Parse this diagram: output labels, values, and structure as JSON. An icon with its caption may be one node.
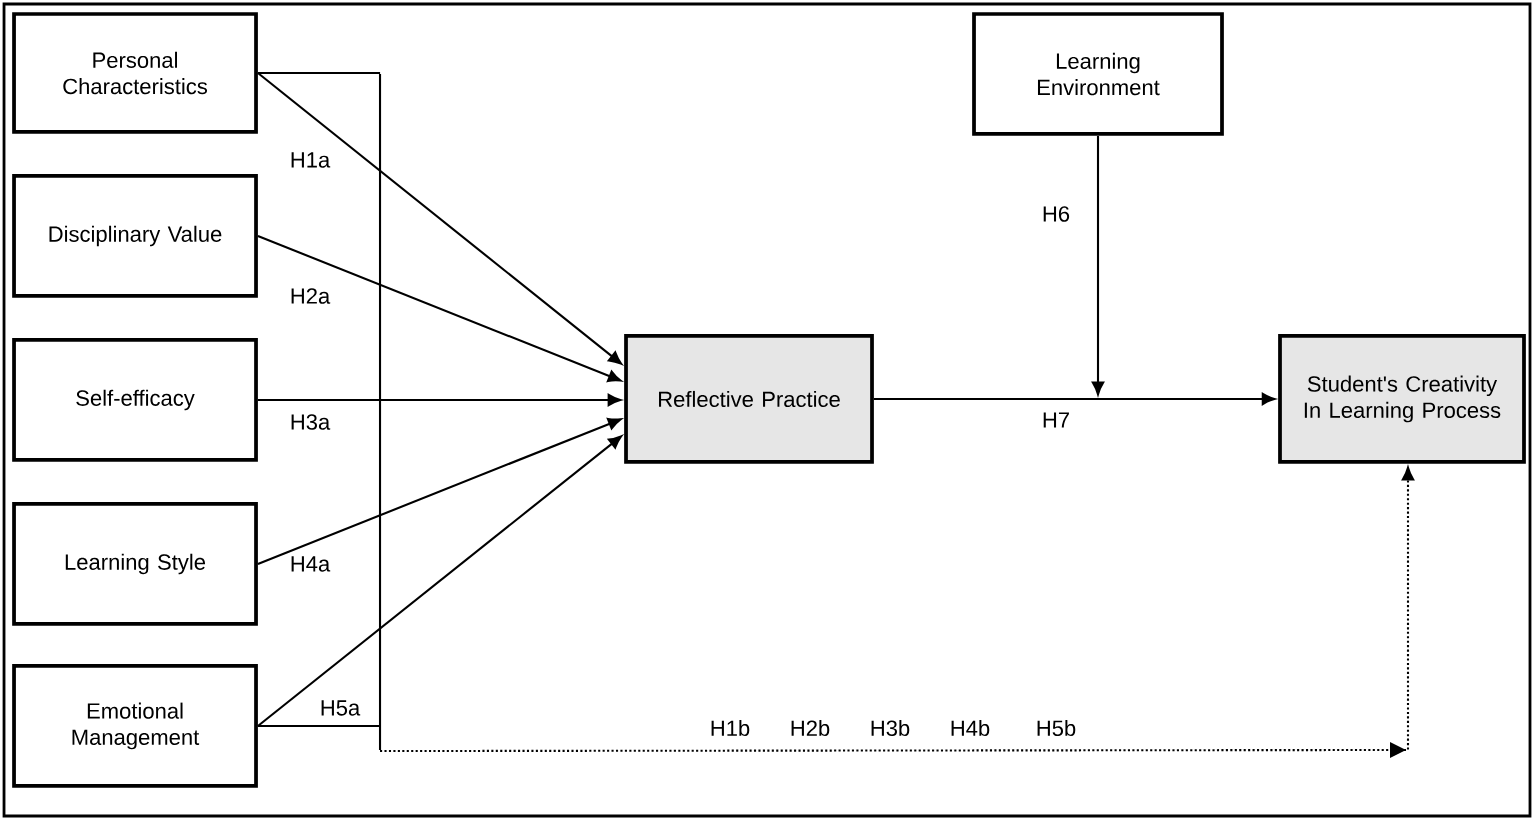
{
  "diagram": {
    "nodes": [
      {
        "text": [
          "Personal Characteristics"
        ]
      },
      {
        "text": [
          "Disciplinary Value"
        ]
      },
      {
        "text": [
          "Self-efficacy"
        ]
      },
      {
        "text": [
          "Learning Style"
        ]
      },
      {
        "text": [
          "Emotional Management"
        ]
      },
      {
        "text": [
          "Reflective Practice"
        ]
      },
      {
        "text": [
          "Learning Environment"
        ]
      },
      {
        "text": [
          "Student's Creativity In Learning Process"
        ]
      },
      {
        "text": [],
        "shape": "bar"
      }
    ],
    "edges": [
      {
        "from": 0,
        "to": 5,
        "arrow": "to",
        "label": "H1a"
      },
      {
        "from": 1,
        "to": 5,
        "arrow": "to",
        "label": "H2a"
      },
      {
        "from": 2,
        "to": 5,
        "arrow": "to",
        "label": "H3a"
      },
      {
        "from": 3,
        "to": 5,
        "arrow": "to",
        "label": "H4a"
      },
      {
        "from": 4,
        "to": 5,
        "arrow": "to",
        "label": "H5a"
      },
      {
        "from": 5,
        "to": 7,
        "arrow": "to",
        "label": "H7"
      },
      {
        "from": 6,
        "to": null,
        "arrow": "to",
        "label": "H6"
      },
      {
        "from": 0,
        "to": 8,
        "arrow": "none"
      },
      {
        "from": 4,
        "to": 8,
        "arrow": "none"
      },
      {
        "from": 8,
        "to": 7,
        "arrow": "to",
        "style": "dashed"
      }
    ],
    "labels": [
      "H1b",
      "H2b",
      "H3b",
      "H4b",
      "H5b"
    ]
  }
}
